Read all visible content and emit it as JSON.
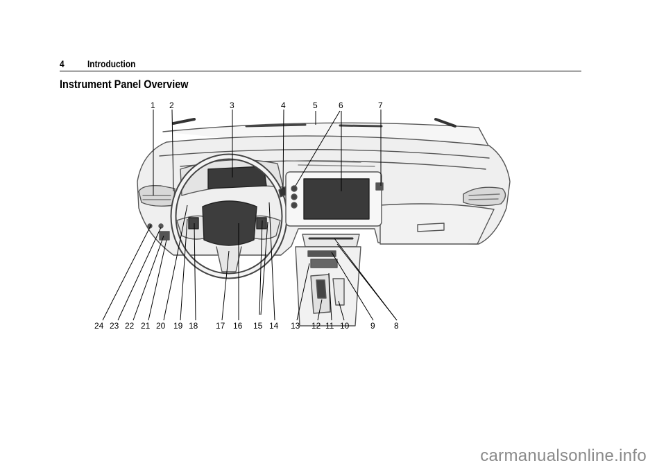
{
  "header": {
    "page_number": "4",
    "chapter": "Introduction"
  },
  "section_title": "Instrument Panel Overview",
  "figure": {
    "top_callouts": [
      "1",
      "2",
      "3",
      "4",
      "5",
      "6",
      "7"
    ],
    "bottom_callouts": [
      "24",
      "23",
      "22",
      "21",
      "20",
      "19",
      "18",
      "17",
      "16",
      "15",
      "14",
      "13",
      "12",
      "11",
      "10",
      "9",
      "8"
    ]
  },
  "watermark": "carmanualsonline.info"
}
